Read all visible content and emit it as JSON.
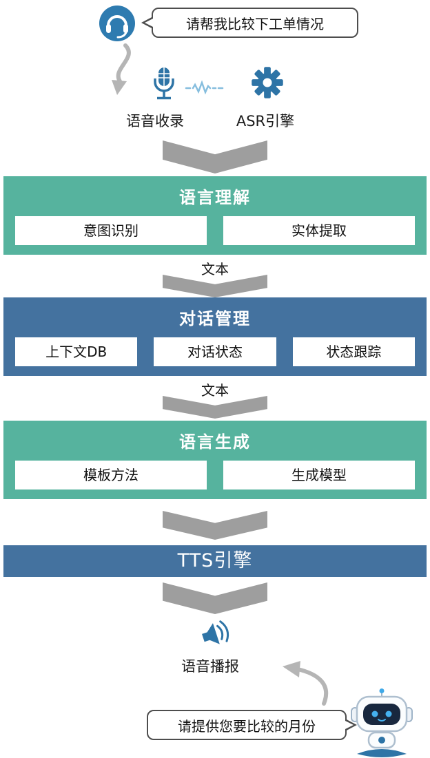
{
  "colors": {
    "teal": "#56b39e",
    "blue": "#44729f",
    "chevron_gray": "#9e9e9e",
    "arrow_gray": "#b5b5b5",
    "icon_blue": "#2e74a6"
  },
  "top": {
    "user_bubble": "请帮我比较下工单情况",
    "voice_capture_label": "语音收录",
    "asr_label": "ASR引擎"
  },
  "pipeline": {
    "nlu": {
      "title": "语言理解",
      "items": [
        "意图识别",
        "实体提取"
      ]
    },
    "dm": {
      "title": "对话管理",
      "items": [
        "上下文DB",
        "对话状态",
        "状态跟踪"
      ]
    },
    "nlg": {
      "title": "语言生成",
      "items": [
        "模板方法",
        "生成模型"
      ]
    },
    "tts": {
      "title": "TTS引擎"
    }
  },
  "connectors": {
    "after_nlu": "文本",
    "after_dm": "文本"
  },
  "bottom": {
    "broadcast_label": "语音播报",
    "bot_bubble": "请提供您要比较的月份"
  },
  "icons": {
    "customer_service": "headset-operator-in-circle",
    "microphone": "studio-microphone",
    "waveform": "audio-pulse",
    "gear": "engine-gear",
    "speaker": "megaphone-with-waves",
    "robot": "chatbot-robot"
  }
}
